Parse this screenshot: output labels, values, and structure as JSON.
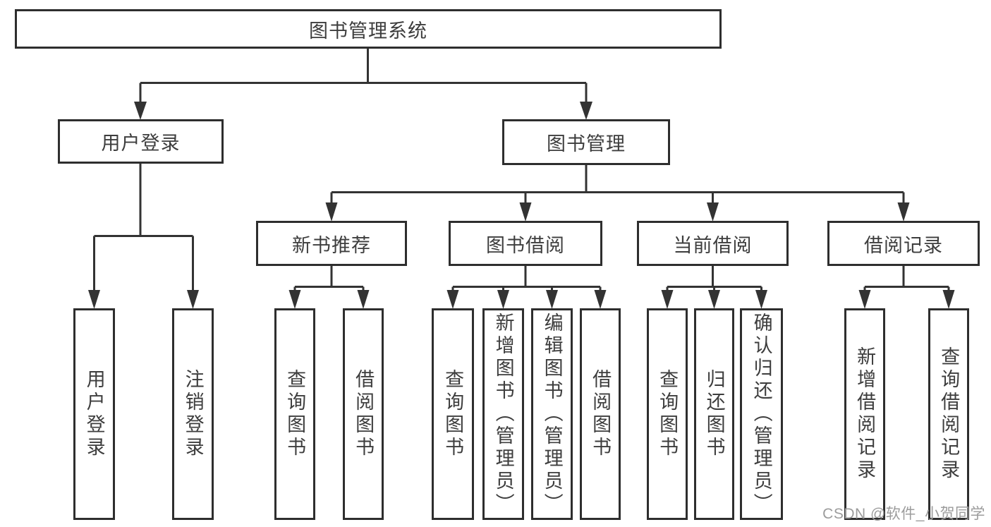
{
  "diagram": {
    "title": "图书管理系统",
    "branches": [
      {
        "label": "用户登录",
        "leaves": [
          "用户登录",
          "注销登录"
        ]
      },
      {
        "label": "图书管理",
        "groups": [
          {
            "label": "新书推荐",
            "leaves": [
              "查询图书",
              "借阅图书"
            ]
          },
          {
            "label": "图书借阅",
            "leaves": [
              "查询图书",
              "新增图书（管理员）",
              "编辑图书（管理员）",
              "借阅图书"
            ]
          },
          {
            "label": "当前借阅",
            "leaves": [
              "查询图书",
              "归还图书",
              "确认归还（管理员）"
            ]
          },
          {
            "label": "借阅记录",
            "leaves": [
              "新增借阅记录",
              "查询借阅记录"
            ]
          }
        ]
      }
    ]
  },
  "watermark": "CSDN @软件_小贺同学",
  "colors": {
    "line": "#333333",
    "box_border": "#2e2e2e",
    "text": "#3d3d3d",
    "watermark": "#9c9c9c",
    "background": "#ffffff"
  }
}
